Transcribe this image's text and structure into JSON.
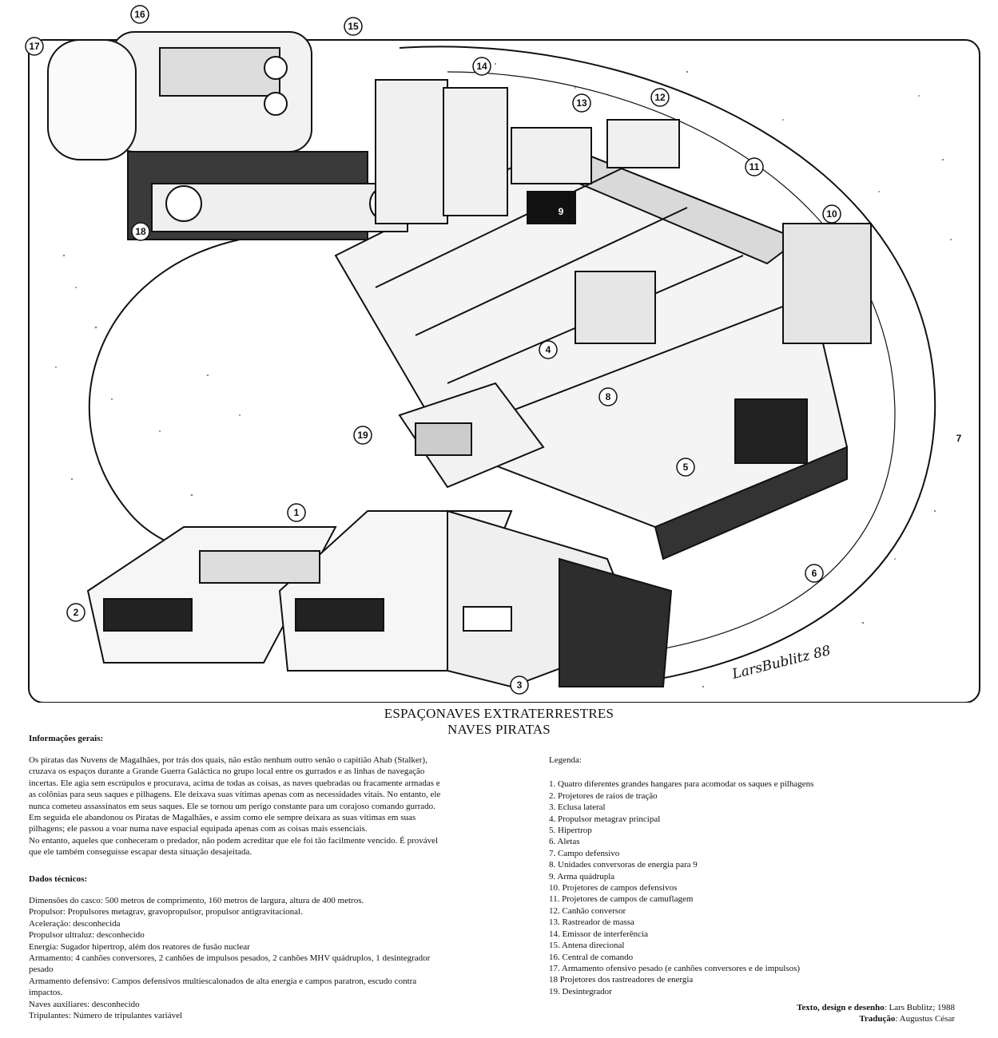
{
  "illustration": {
    "callouts": [
      "1",
      "2",
      "3",
      "4",
      "5",
      "6",
      "7",
      "8",
      "9",
      "10",
      "11",
      "12",
      "13",
      "14",
      "15",
      "16",
      "17",
      "18",
      "19"
    ],
    "signature": "LarsBublitz 88"
  },
  "title": {
    "line1": "ESPAÇONAVES EXTRATERRESTRES",
    "line2": "NAVES PIRATAS"
  },
  "general_info": {
    "heading": "Informações gerais:",
    "paragraph_lines": [
      "Os piratas das Nuvens de Magalhães, por trás dos quais, não estão nenhum outro senão o capitião Ahab (Stalker),",
      "cruzava os espaços durante a Grande Guerra Galáctica no grupo local entre os gurrados e as linhas de navegação",
      "incertas. Ele agia sem escrúpulos e procurava, acima de todas as coisas, as naves quebradas ou fracamente armadas e",
      "as colônias para seus saques e pilhagens. Ele deixava suas vítimas apenas com as necessidades vitais. No entanto, ele",
      "nunca cometeu assassinatos em seus saques. Ele se tornou um perigo constante para um corajoso comando gurrado.",
      "Em seguida ele abandonou os Piratas de Magalhães, e assim como ele sempre deixara as suas vítimas em suas",
      "pilhagens; ele passou a voar numa nave espacial equipada apenas com as coisas mais essenciais.",
      "No entanto, aqueles que conheceram o predador, não podem acreditar que ele foi tão facilmente vencido. É provável",
      "que ele também conseguisse escapar desta situação desajeitada."
    ]
  },
  "tech_data": {
    "heading": "Dados técnicos:",
    "lines": [
      "Dimensões do casco: 500 metros de comprimento, 160 metros de largura, altura de 400 metros.",
      "Propulsor: Propulsores metagrav, gravopropulsor, propulsor antigravitacional.",
      "Aceleração: desconhecida",
      "Propulsor ultraluz: desconhecido",
      "Energia: Sugador hipertrop, além dos reatores de fusão nuclear",
      "Armamento: 4 canhões conversores, 2 canhões de impulsos pesados, 2 canhões MHV quádruplos, 1 desintegrador",
      "pesado",
      "Armamento defensivo: Campos defensivos multiescalonados de alta energia e campos paratron, escudo contra",
      "impactos.",
      "Naves auxiliares: desconhecido",
      "Tripulantes: Número de tripulantes variável"
    ]
  },
  "legend": {
    "heading": "Legenda:",
    "items": [
      "1. Quatro diferentes grandes hangares para acomodar os saques e pilhagens",
      "2. Projetores de raios de tração",
      "3. Eclusa lateral",
      "4. Propulsor metagrav principal",
      "5. Hipertrop",
      "6. Aletas",
      "7. Campo defensivo",
      "8. Unidades conversoras de energia para 9",
      "9. Arma quádrupla",
      "10. Projetores de campos defensivos",
      "11. Projetores de campos de camuflagem",
      "12. Canhão conversor",
      "13. Rastreador de massa",
      "14. Emissor de interferência",
      "15. Antena direcional",
      "16. Central de comando",
      "17. Armamento ofensivo pesado (e canhões conversores e de impulsos)",
      "18 Projetores dos rastreadores de energia",
      "19. Desintegrador"
    ]
  },
  "credits": {
    "line1_label": "Texto, design e desenho",
    "line1_value": ": Lars Bublitz; 1988",
    "line2_label": "Tradução",
    "line2_value": ": Augustus César"
  }
}
